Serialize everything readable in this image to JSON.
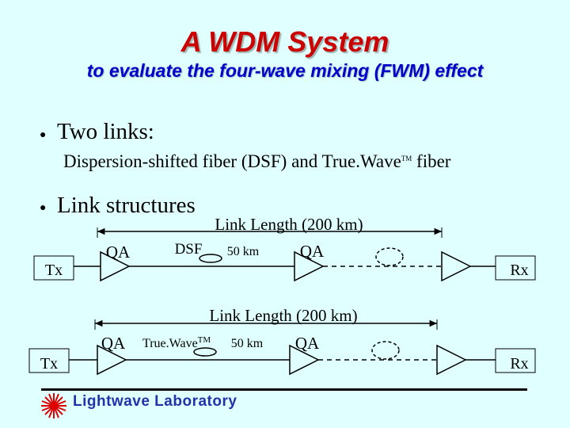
{
  "title": "A WDM System",
  "subtitle": "to evaluate the four-wave mixing (FWM) effect",
  "bullets": {
    "first": "Two links:",
    "first_sub_a": "Dispersion-shifted fiber (DSF) and True.Wave",
    "first_sub_tm": "TM",
    "first_sub_b": " fiber",
    "second": "Link structures"
  },
  "link1": {
    "length_label": "Link Length (200 km)",
    "tx": "Tx",
    "rx": "Rx",
    "amp1": "QA",
    "amp2": "QA",
    "fiber": "DSF",
    "span": "50 km"
  },
  "link2": {
    "length_label": "Link Length (200 km)",
    "tx": "Tx",
    "rx": "Rx",
    "amp1": "QA",
    "amp2": "QA",
    "fiber": "True.Wave",
    "fiber_tm": "TM",
    "span": "50 km"
  },
  "footer": {
    "logo_text": "Lightwave Laboratory"
  },
  "colors": {
    "background": "#e0ffff",
    "title": "#cc0000",
    "subtitle": "#0000cc",
    "logo_text": "#2233aa",
    "logo_burst": "#dd0000"
  }
}
